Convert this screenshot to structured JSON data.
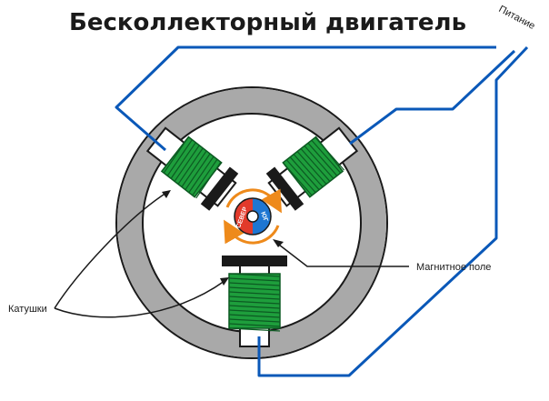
{
  "title": "Бесколлекторный двигатель",
  "labels": {
    "power": "Питание",
    "coils": "Катушки",
    "magnetic_field": "Магнитное поле"
  },
  "rotor": {
    "north": "СЕВЕР",
    "south": "ЮГ"
  },
  "colors": {
    "wire": "#0a58b8",
    "coil": "#1e9e3c",
    "coil_dark": "#0c5a22",
    "stator": "#a9a9a9",
    "pole_piece": "#1a1a1a",
    "rotor_north": "#e23a2b",
    "rotor_south": "#1e76d2",
    "rotation_arrow": "#ee8a1b",
    "text": "#1a1a1a"
  }
}
